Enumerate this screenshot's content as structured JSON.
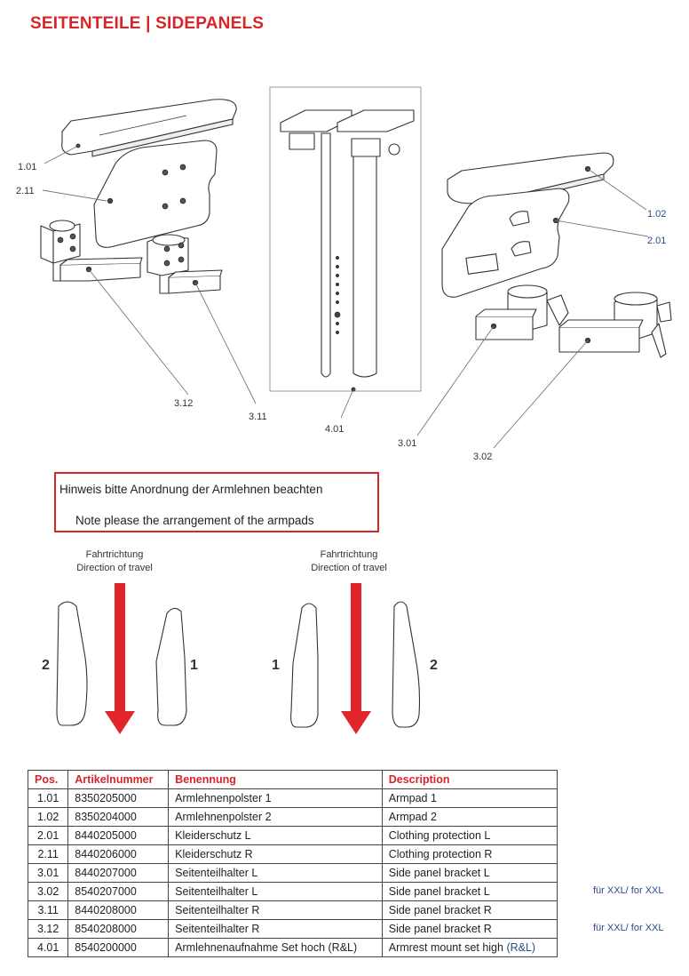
{
  "title": "SEITENTEILE  |  SIDEPANELS",
  "callouts": {
    "p101": "1.01",
    "p211": "2.11",
    "p312": "3.12",
    "p311": "3.11",
    "p401": "4.01",
    "p102": "1.02",
    "p201": "2.01",
    "p301": "3.01",
    "p302": "3.02"
  },
  "notice": {
    "line_de": "Hinweis bitte Anordnung der Armlehnen beachten",
    "line_en": "Note please the arrangement of the armpads"
  },
  "direction": {
    "de": "Fahrtrichtung",
    "en": "Direction of travel"
  },
  "pad_numbers": {
    "left_a": "2",
    "left_b": "1",
    "right_a": "1",
    "right_b": "2"
  },
  "table": {
    "headers": [
      "Pos.",
      "Artikelnummer",
      "Benennung",
      "Description"
    ],
    "rows": [
      {
        "pos": "1.01",
        "art": "8350205000",
        "name": "Armlehnenpolster 1",
        "desc": "Armpad 1"
      },
      {
        "pos": "1.02",
        "art": "8350204000",
        "name": "Armlehnenpolster 2",
        "desc": "Armpad 2"
      },
      {
        "pos": "2.01",
        "art": "8440205000",
        "name": "Kleiderschutz L",
        "desc": "Clothing protection L"
      },
      {
        "pos": "2.11",
        "art": "8440206000",
        "name": "Kleiderschutz R",
        "desc": "Clothing protection R"
      },
      {
        "pos": "3.01",
        "art": "8440207000",
        "name": "Seitenteilhalter L",
        "desc": "Side panel bracket L"
      },
      {
        "pos": "3.02",
        "art": "8540207000",
        "name": "Seitenteilhalter L",
        "desc": "Side panel bracket L"
      },
      {
        "pos": "3.11",
        "art": "8440208000",
        "name": "Seitenteilhalter R",
        "desc": "Side panel bracket R"
      },
      {
        "pos": "3.12",
        "art": "8540208000",
        "name": "Seitenteilhalter R",
        "desc": "Side panel bracket R"
      },
      {
        "pos": "4.01",
        "art": "8540200000",
        "name": "Armlehnenaufnahme Set hoch (R&L)",
        "desc_main": "Armrest mount set high ",
        "desc_hl": "(R&L)"
      }
    ]
  },
  "notes": {
    "n302": "für XXL/ for XXL",
    "n312": "für XXL/ for XXL"
  },
  "colors": {
    "accent_red": "#d7262a",
    "arrow_red": "#e0262b",
    "link_blue": "#2a4a8a"
  }
}
